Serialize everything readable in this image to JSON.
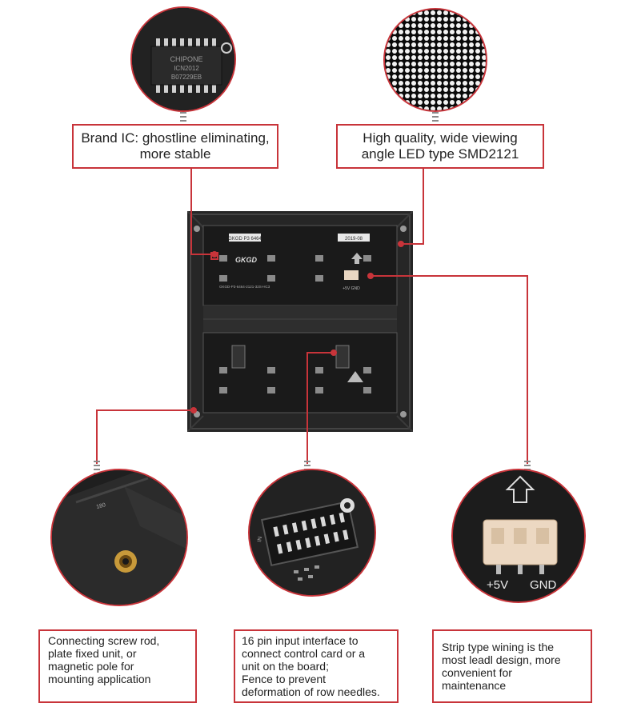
{
  "callouts": {
    "ic": {
      "line1": "Brand IC: ghostline eliminating,",
      "line2": "more stable"
    },
    "led": {
      "line1": "High quality, wide viewing",
      "line2": "angle LED type SMD2121"
    },
    "screw": {
      "lines": [
        "Connecting screw rod,",
        "plate fixed unit, or",
        "magnetic pole for",
        "mounting application"
      ]
    },
    "pin": {
      "lines": [
        "16 pin input interface to",
        "connect control card or a",
        "unit on the board;",
        "Fence to prevent",
        "deformation of row needles."
      ]
    },
    "strip": {
      "lines": [
        "Strip type wining is the",
        "most leadl design, more",
        "convenient for",
        "maintenance"
      ]
    }
  },
  "ic_marking": {
    "line1": "CHIPONE",
    "line2": "ICN2012",
    "line3": "B07229EB"
  },
  "board": {
    "logo": "GKGD",
    "part_no": "GKGD-P3-6464-2121-32S-HC3",
    "sticker_left": "GKGD P3 6464",
    "sticker_right": "2019-08",
    "power_label": "+5V GND"
  },
  "connector": {
    "label_plus": "+5V",
    "label_gnd": "GND"
  },
  "pin_label": "IN",
  "screw_label": "180",
  "colors": {
    "accent": "#c8343a",
    "board": "#1c1c1c"
  }
}
